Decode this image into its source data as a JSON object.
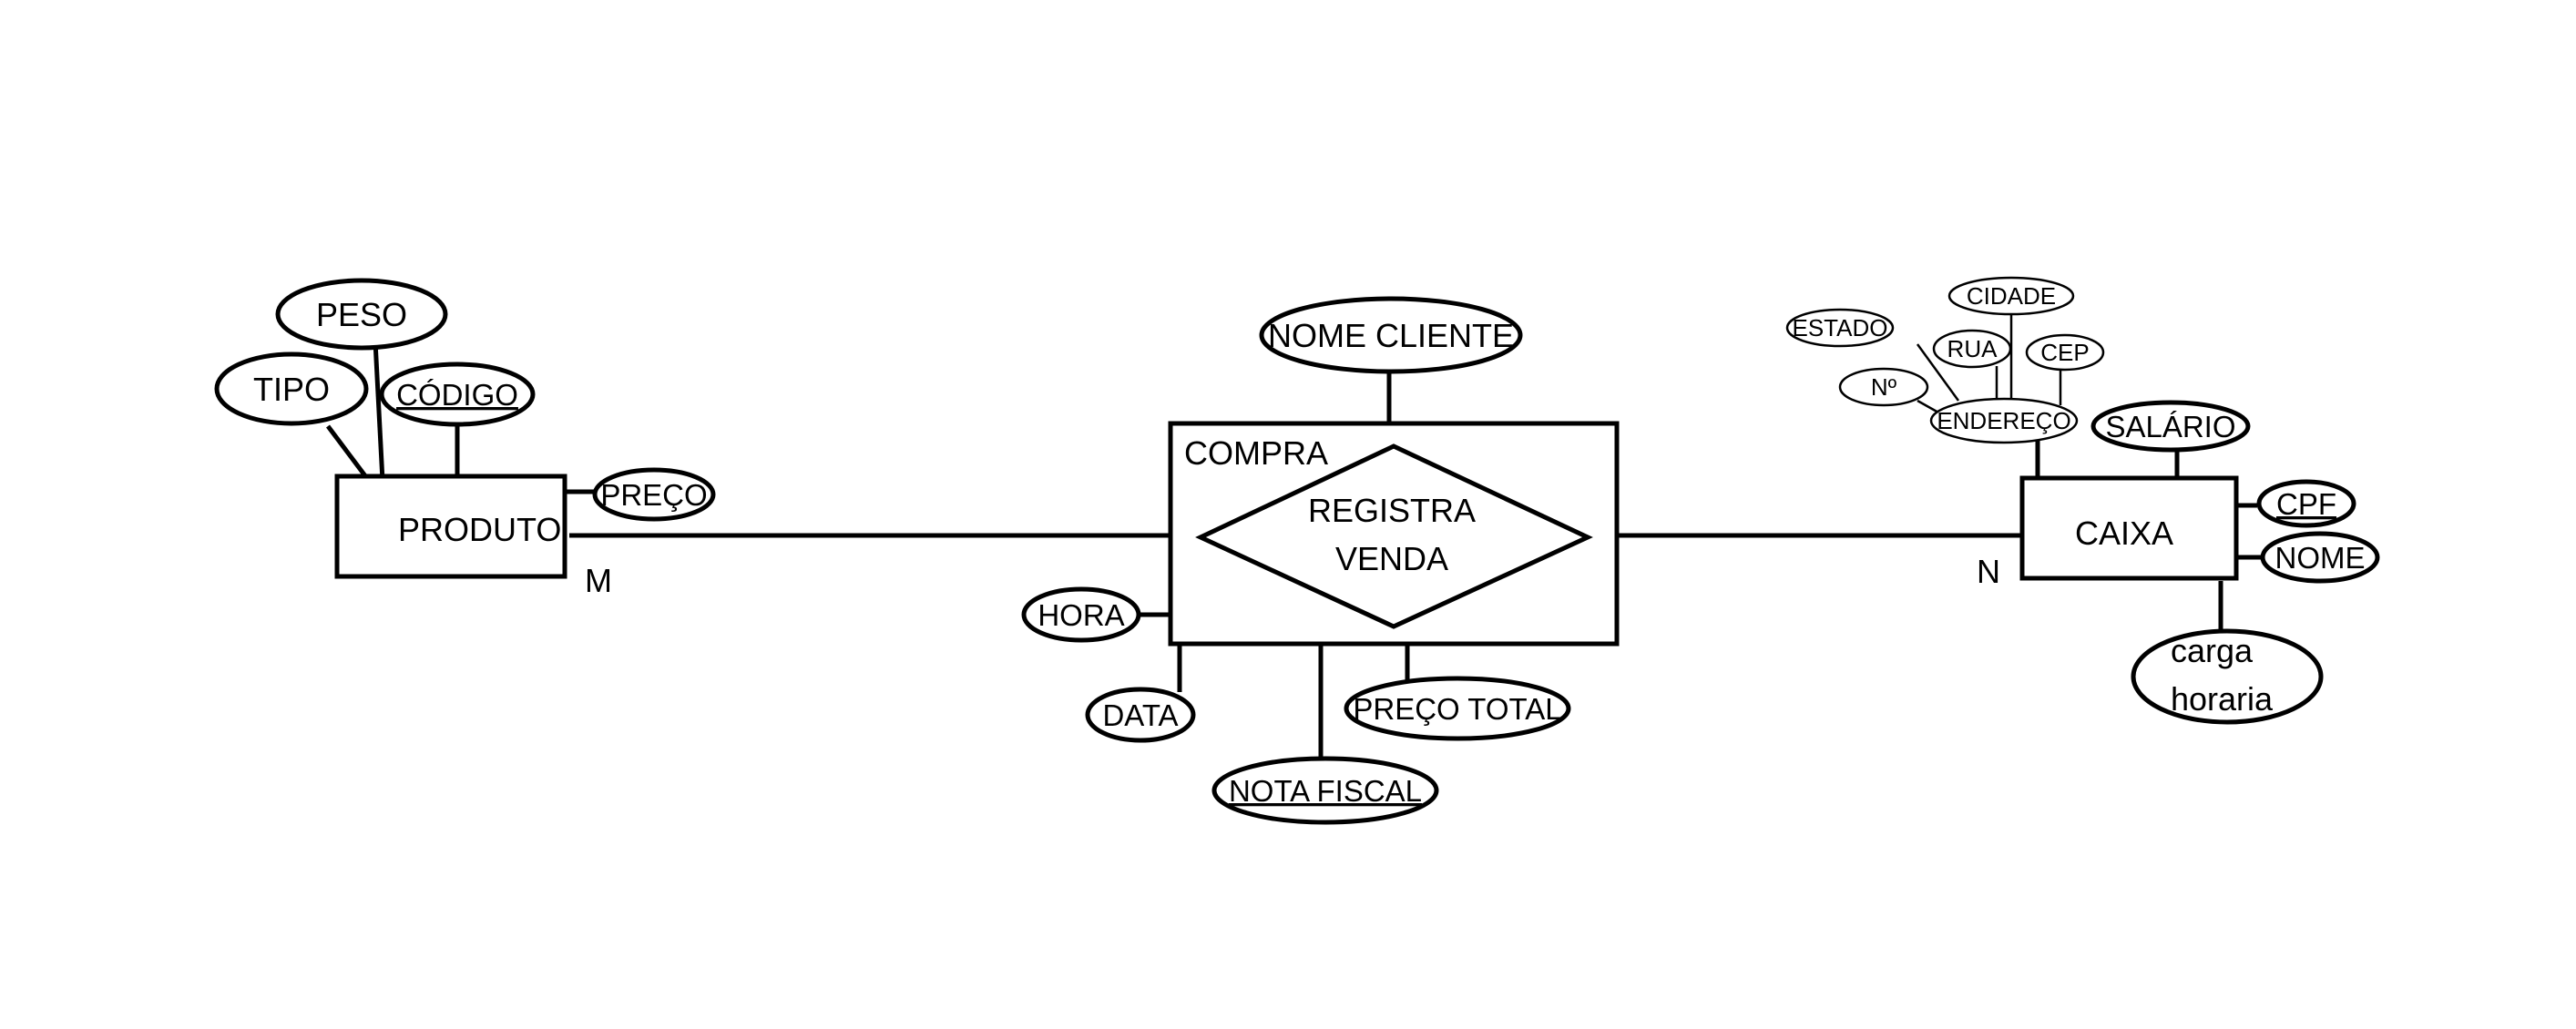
{
  "entities": {
    "produto": "PRODUTO",
    "caixa": "CAIXA"
  },
  "relationship": {
    "aggregate": "COMPRA",
    "line1": "REGISTRA",
    "line2": "VENDA"
  },
  "cardinality": {
    "left": "M",
    "right": "N"
  },
  "produto_attrs": {
    "peso": "PESO",
    "tipo": "TIPO",
    "codigo": "CÓDIGO",
    "preco": "PREÇO"
  },
  "compra_attrs": {
    "nome_cliente": "NOME CLIENTE",
    "hora": "HORA",
    "data": "DATA",
    "nota_fiscal": "NOTA FISCAL",
    "preco_total": "PREÇO TOTAL"
  },
  "caixa_attrs": {
    "estado": "ESTADO",
    "cidade": "CIDADE",
    "rua": "RUA",
    "cep": "CEP",
    "numero": "Nº",
    "endereco": "ENDEREÇO",
    "salario": "SALÁRIO",
    "cpf": "CPF",
    "nome": "NOME",
    "carga1": "carga",
    "carga2": "horaria"
  }
}
